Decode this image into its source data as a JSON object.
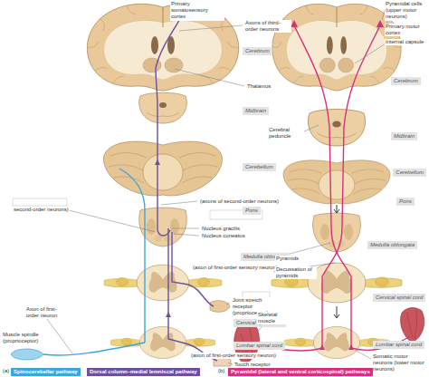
{
  "diagram": {
    "nodes": [
      {
        "text": [
          "Cerebrum"
        ]
      },
      {
        "text": [
          "Midbrain"
        ]
      },
      {
        "text": [
          "Cerebellum"
        ]
      },
      {
        "text": [
          "Pons"
        ]
      },
      {
        "text": [
          "Medulla oblongata"
        ]
      },
      {
        "text": [
          "Cervical spinal cord"
        ]
      },
      {
        "text": [
          "Lumbar spinal cord"
        ]
      },
      {
        "text": [
          "Cerebrum"
        ]
      },
      {
        "text": [
          "Midbrain"
        ]
      },
      {
        "text": [
          "Cerebellum"
        ]
      },
      {
        "text": [
          "Pons"
        ]
      },
      {
        "text": [
          "Medulla oblongata"
        ]
      },
      {
        "text": [
          "Cervical spinal cord"
        ]
      },
      {
        "text": [
          "Lumbar spinal cord"
        ]
      }
    ],
    "labels": [
      "Primary somatosensory cortex",
      "Axons of third-order neurons",
      "Thalamus",
      "(axons of second-order neurons)",
      "second-order neurons)",
      "Nucleus gracilis",
      "Nucleus cuneatus",
      "(axon of first-order sensory neuron)",
      "Joint stretch receptor (proprioceptor)",
      "Axon of first-order neuron",
      "Muscle spindle (proprioceptor)",
      "(axon of first-order sensory neuron)",
      "Touch receptor",
      "(a)",
      "Pyramidal cells (upper motor neurons)",
      "Primary motor cortex",
      "Internal capsule",
      "Cerebral peduncle",
      "Pyramids",
      "Decussation of pyramids",
      "Skeletal muscle",
      "Somatic motor neurons (lower motor neurons)",
      "(b)"
    ],
    "legend": [
      {
        "text": "Spinocerebellar pathway",
        "color": "#3ba6dd"
      },
      {
        "text": "Dorsal column–medial lemniscal pathway",
        "color": "#6b4fa0"
      },
      {
        "text": "Pyramidal (lateral and ventral corticospinal) pathways",
        "color": "#d6307c"
      }
    ]
  }
}
